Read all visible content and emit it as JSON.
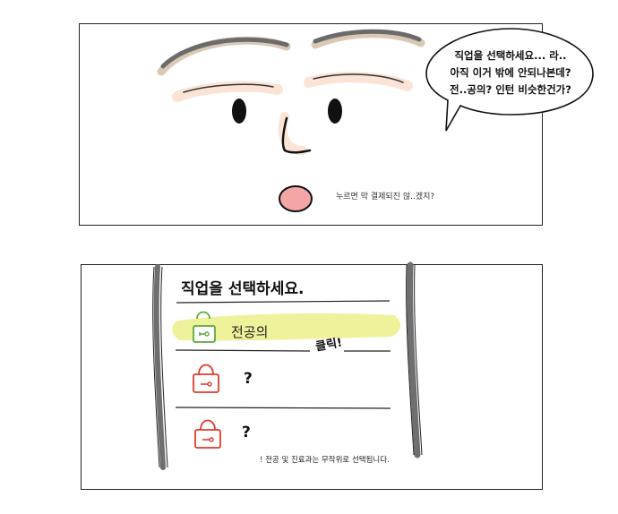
{
  "panel1": {
    "speech_bubble": {
      "lines": [
        "직업을 선택하세요... 라..",
        "아직 이거 밖에 안되나본데?",
        "전..공의? 인턴 비슷한건가?"
      ]
    },
    "mumble": "누르면 막 결제되진 않..겠지?"
  },
  "panel2": {
    "title": "직업을 선택하세요.",
    "options": [
      {
        "label": "전공의",
        "lock_state": "unlocked",
        "lock_color": "#5aaa3c",
        "highlight": "#eef29a"
      },
      {
        "label": "?",
        "lock_state": "locked",
        "lock_color": "#e0392b"
      },
      {
        "label": "?",
        "lock_state": "locked",
        "lock_color": "#e0392b"
      }
    ],
    "click_effect": "클릭!",
    "note": "! 전공 및 진료과는 무작위로 선택됩니다."
  },
  "colors": {
    "brow": "#6b6b6b",
    "brow_shadow": "#d9c8b4",
    "skin_blush": "#fbe4d6",
    "mouth": "#f2a6a6",
    "pillar": "#6f6f6f"
  }
}
